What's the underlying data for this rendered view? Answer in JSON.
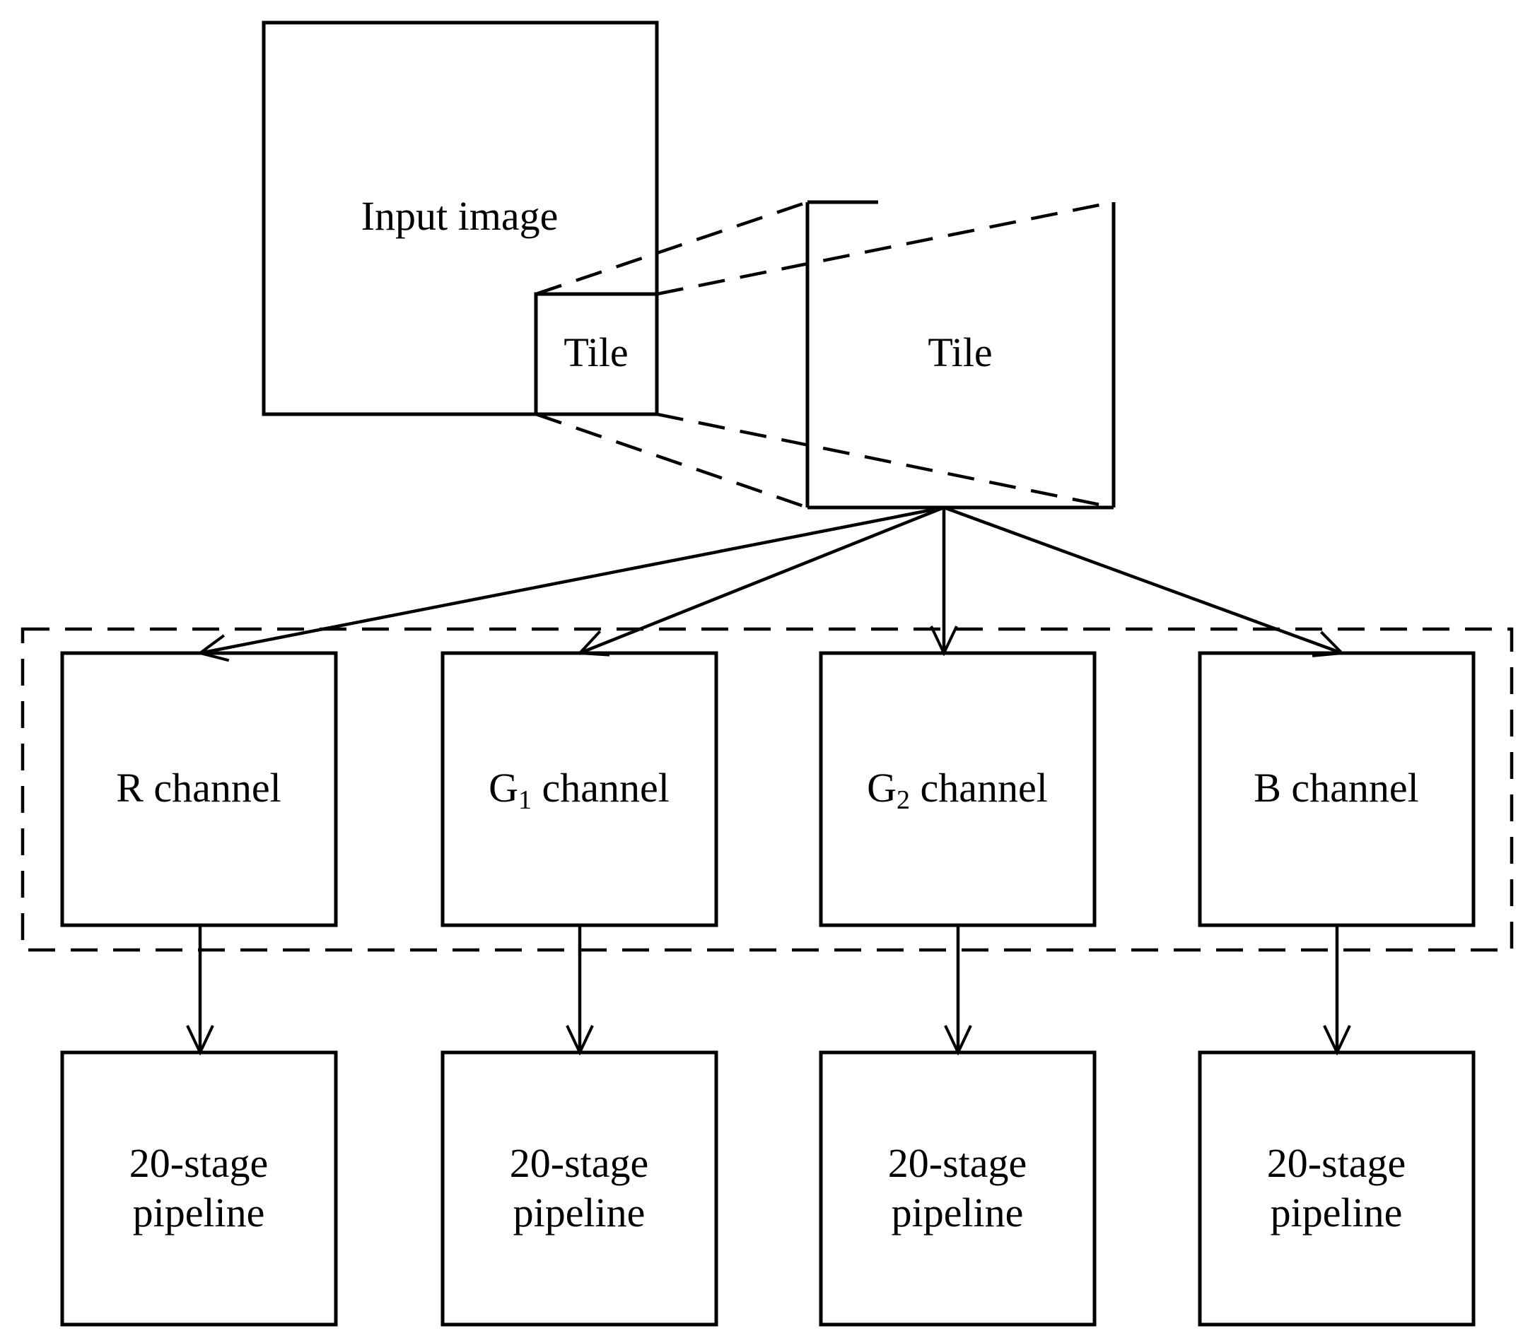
{
  "input_image": {
    "label": "Input image"
  },
  "tile_small": {
    "label": "Tile"
  },
  "tile_large": {
    "label": "Tile"
  },
  "channels": [
    {
      "prefix": "R",
      "subscript": "",
      "suffix": " channel"
    },
    {
      "prefix": "G",
      "subscript": "1",
      "suffix": " channel"
    },
    {
      "prefix": "G",
      "subscript": "2",
      "suffix": " channel"
    },
    {
      "prefix": "B",
      "subscript": "",
      "suffix": " channel"
    }
  ],
  "pipelines": [
    {
      "line1": "20-stage",
      "line2": "pipeline"
    },
    {
      "line1": "20-stage",
      "line2": "pipeline"
    },
    {
      "line1": "20-stage",
      "line2": "pipeline"
    },
    {
      "line1": "20-stage",
      "line2": "pipeline"
    }
  ],
  "colors": {
    "stroke": "#000000",
    "background": "#ffffff"
  }
}
